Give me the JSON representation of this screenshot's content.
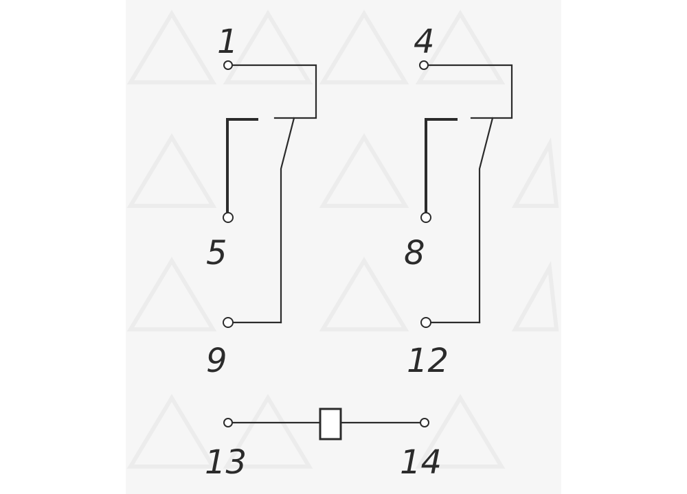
{
  "diagram": {
    "type": "relay pin diagram",
    "pin_labels": {
      "p1": "1",
      "p4": "4",
      "p5": "5",
      "p8": "8",
      "p9": "9",
      "p12": "12",
      "p13": "13",
      "p14": "14"
    },
    "colors": {
      "line": "#2b2b2b",
      "panel": "#f6f6f6",
      "watermark": "#ececec"
    }
  }
}
